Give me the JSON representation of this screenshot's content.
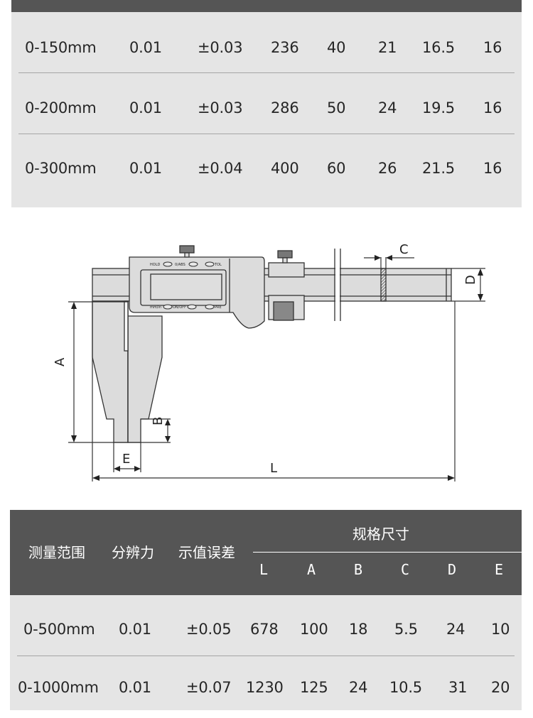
{
  "top_table": {
    "rows": [
      {
        "range": "0-150mm",
        "resolution": "0.01",
        "error": "±0.03",
        "L": "236",
        "A": "40",
        "B": "21",
        "C": "16.5",
        "D": "16"
      },
      {
        "range": "0-200mm",
        "resolution": "0.01",
        "error": "±0.03",
        "L": "286",
        "A": "50",
        "B": "24",
        "C": "19.5",
        "D": "16"
      },
      {
        "range": "0-300mm",
        "resolution": "0.01",
        "error": "±0.04",
        "L": "400",
        "A": "60",
        "B": "26",
        "C": "21.5",
        "D": "16"
      }
    ]
  },
  "diagram": {
    "buttons_top": [
      "HOLD",
      "0/ABS",
      "TOL"
    ],
    "buttons_bottom": [
      "mm/in",
      "ON/OFF",
      "PRE"
    ],
    "dimension_labels": {
      "A": "A",
      "B": "B",
      "C": "C",
      "D": "D",
      "E": "E",
      "L": "L"
    }
  },
  "bottom_table": {
    "headers": {
      "range": "测量范围",
      "resolution": "分辨力",
      "error": "示值误差",
      "spec": "规格尺寸",
      "letters": [
        "L",
        "A",
        "B",
        "C",
        "D",
        "E"
      ]
    },
    "rows": [
      {
        "range": "0-500mm",
        "resolution": "0.01",
        "error": "±0.05",
        "L": "678",
        "A": "100",
        "B": "18",
        "C": "5.5",
        "D": "24",
        "E": "10"
      },
      {
        "range": "0-1000mm",
        "resolution": "0.01",
        "error": "±0.07",
        "L": "1230",
        "A": "125",
        "B": "24",
        "C": "10.5",
        "D": "31",
        "E": "20"
      }
    ]
  }
}
